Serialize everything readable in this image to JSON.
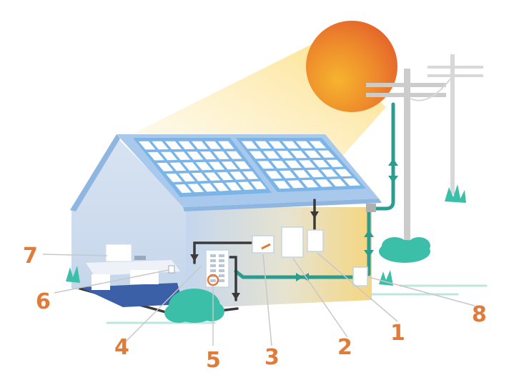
{
  "colors": {
    "sun_outer": "#e8672a",
    "sun_inner": "#f5a623",
    "beam": "#fde9a6",
    "roof_edge": "#9cc2e8",
    "panel_fill": "#79b3e6",
    "panel_cell": "#ffffff",
    "house_wall": "#c9d9ec",
    "house_side": "#dfe8f2",
    "grid_wire": "#2a9d8f",
    "home_wire": "#3a3a3a",
    "bush": "#3cbfa8",
    "pole": "#cfcfcf",
    "callout_text": "#e07b39",
    "floor": "#3a5fa5"
  },
  "icons": [
    "sun-icon",
    "solar-panel-icon",
    "utility-pole-icon",
    "bush-icon",
    "meter-icon",
    "breaker-panel-icon",
    "inverter-icon",
    "disconnect-icon",
    "computer-icon",
    "outlet-icon"
  ],
  "callouts": [
    {
      "id": "callout-1",
      "label": "1"
    },
    {
      "id": "callout-2",
      "label": "2"
    },
    {
      "id": "callout-3",
      "label": "3"
    },
    {
      "id": "callout-4",
      "label": "4"
    },
    {
      "id": "callout-5",
      "label": "5"
    },
    {
      "id": "callout-6",
      "label": "6"
    },
    {
      "id": "callout-7",
      "label": "7"
    },
    {
      "id": "callout-8",
      "label": "8"
    }
  ]
}
